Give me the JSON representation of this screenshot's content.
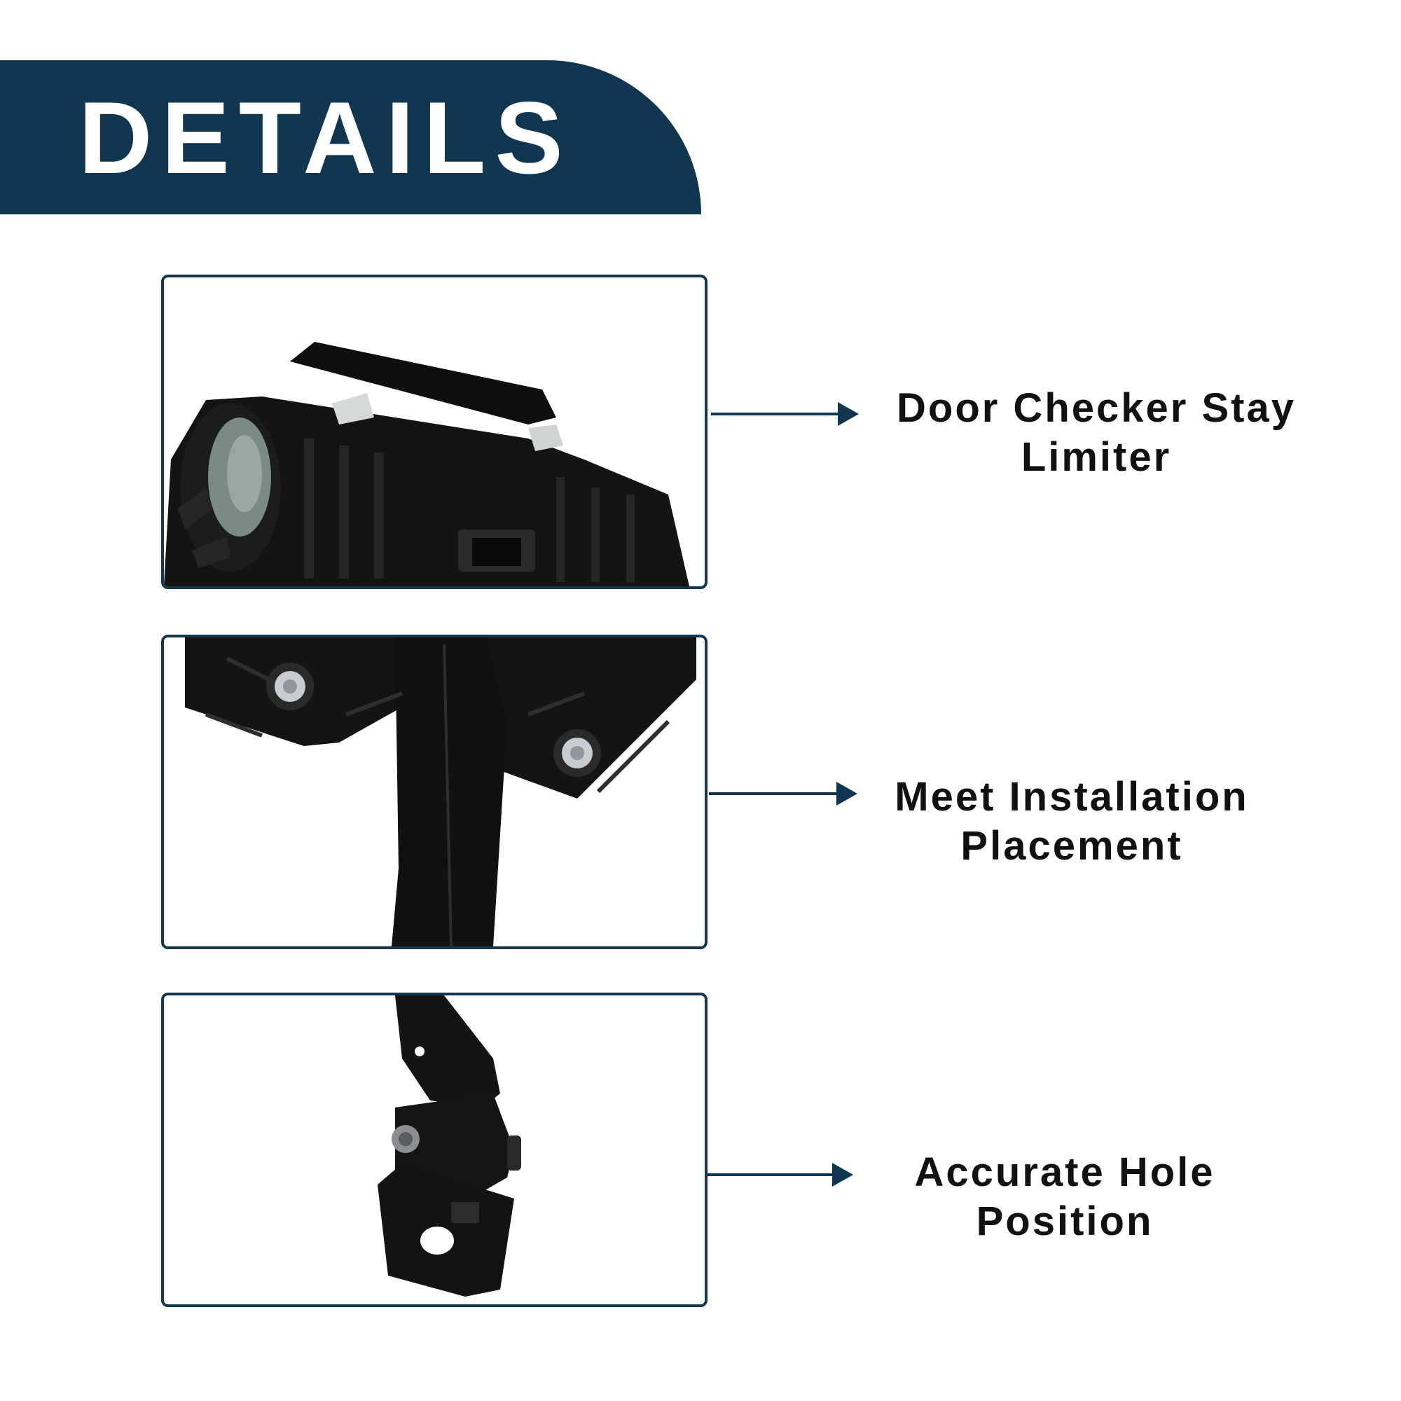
{
  "banner": {
    "title": "DETAILS"
  },
  "features": [
    {
      "line1": "Door Checker Stay",
      "line2": "Limiter",
      "image": "door-checker-body-closeup"
    },
    {
      "line1": "Meet Installation",
      "line2": "Placement",
      "image": "mounting-bolts-and-arm"
    },
    {
      "line1": "Accurate Hole",
      "line2": "Position",
      "image": "hinge-bracket-with-hole"
    }
  ],
  "colors": {
    "accent": "#10374f",
    "text": "#111111",
    "background": "#ffffff",
    "part": "#141414"
  }
}
